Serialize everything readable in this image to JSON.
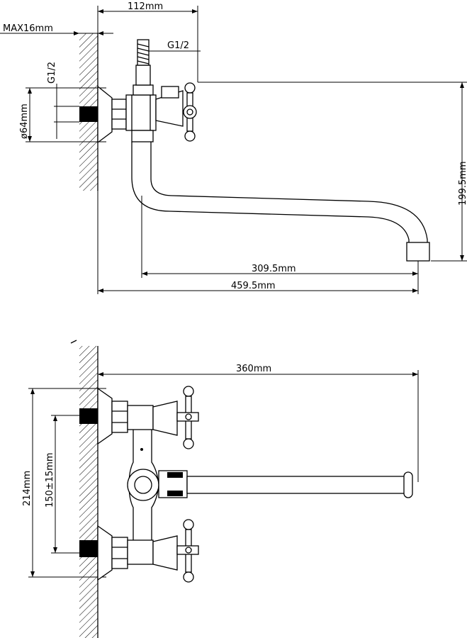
{
  "top_view": {
    "labels": {
      "width_112": "112mm",
      "max16": "MAX16mm",
      "g12_right": "G1/2",
      "g12_left": "G1/2",
      "diam64": "ø64mm",
      "height_199": "199.5mm",
      "spout_309": "309.5mm",
      "total_459": "459.5mm"
    }
  },
  "front_view": {
    "labels": {
      "spout_360": "360mm",
      "height_214": "214mm",
      "centers_150": "150±15mm"
    }
  }
}
